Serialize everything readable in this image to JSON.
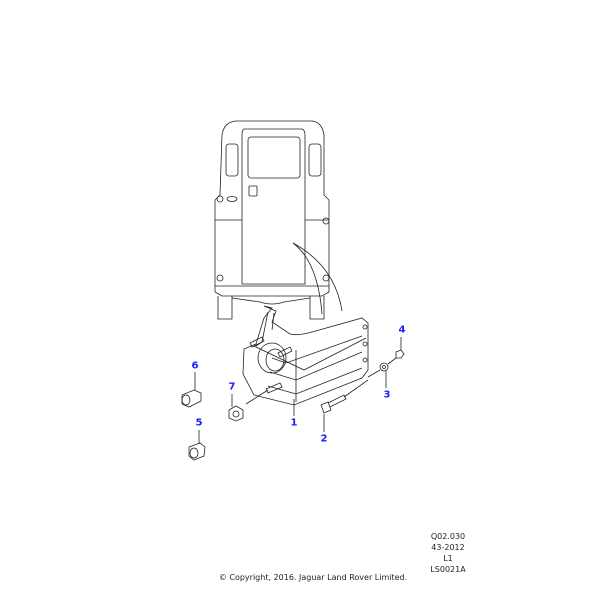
{
  "callouts": [
    "1",
    "2",
    "3",
    "4",
    "5",
    "6",
    "7"
  ],
  "reference": {
    "code": "Q02.030",
    "date": "43-2012",
    "level": "L1",
    "illustration": "LS0021A"
  },
  "copyright": "© Copyright, 2016. Jaguar Land Rover Limited.",
  "colors": {
    "callout": "#1a1aff",
    "line": "#222222"
  }
}
